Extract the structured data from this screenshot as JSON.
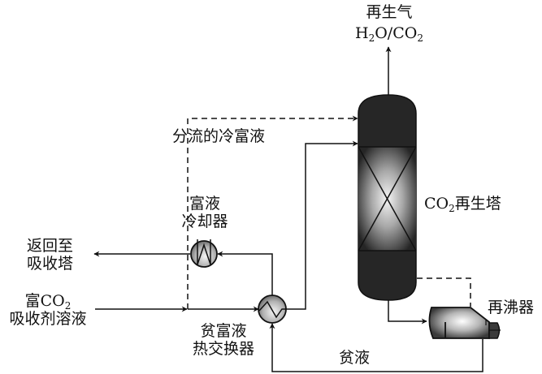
{
  "title": "CO2 regeneration process flow diagram",
  "labels": {
    "regen_gas_line1": "再生气",
    "regen_gas_formula": {
      "h": "H",
      "sub1": "2",
      "mid": "O/CO",
      "sub2": "2"
    },
    "split_cold_rich": "分流的冷富液",
    "rich_cooler_line1": "富液",
    "rich_cooler_line2": "冷却器",
    "return_line1": "返回至",
    "return_line2": "吸收塔",
    "rich_solution_line1_prefix": "富CO",
    "rich_solution_line1_sub": "2",
    "rich_solution_line2": "吸收剂溶液",
    "hx_line1": "贫富液",
    "hx_line2": "热交换器",
    "lean_liquid": "贫液",
    "column_prefix": "CO",
    "column_sub": "2",
    "column_suffix": "再生塔",
    "reboiler": "再沸器"
  },
  "colors": {
    "line": "#111111",
    "vessel_dark": "#262626",
    "vessel_highlight": "#f2f2f2",
    "exchanger_light": "#eeeeee",
    "exchanger_dark": "#6a6a6a"
  }
}
